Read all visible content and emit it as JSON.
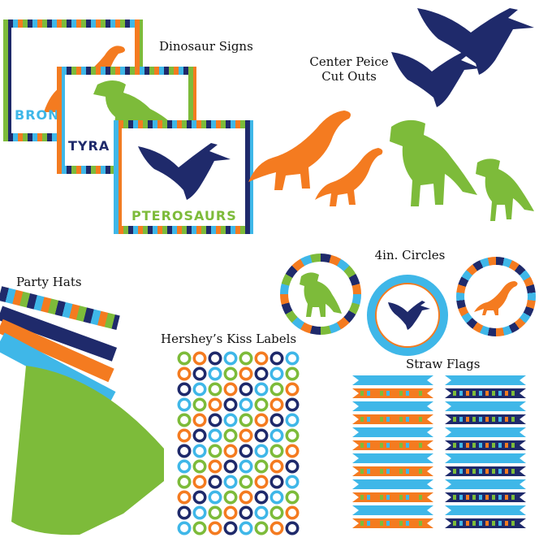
{
  "labels": {
    "dinosaur_signs": "Dinosaur Signs",
    "center_piece_line1": "Center Peice",
    "center_piece_line2": "Cut Outs",
    "circles": "4in. Circles",
    "party_hats": "Party Hats",
    "kiss_labels": "Hershey’s Kiss Labels",
    "straw_flags": "Straw Flags"
  },
  "signs": [
    {
      "word": "BRON"
    },
    {
      "word": "TYRA"
    },
    {
      "word": "PTEROSAURS"
    }
  ],
  "colors": {
    "orange": "#f47b20",
    "green": "#7dbb3a",
    "navy": "#1f2a6b",
    "sky": "#3fb7e8",
    "gray": "#d9d9d9"
  }
}
